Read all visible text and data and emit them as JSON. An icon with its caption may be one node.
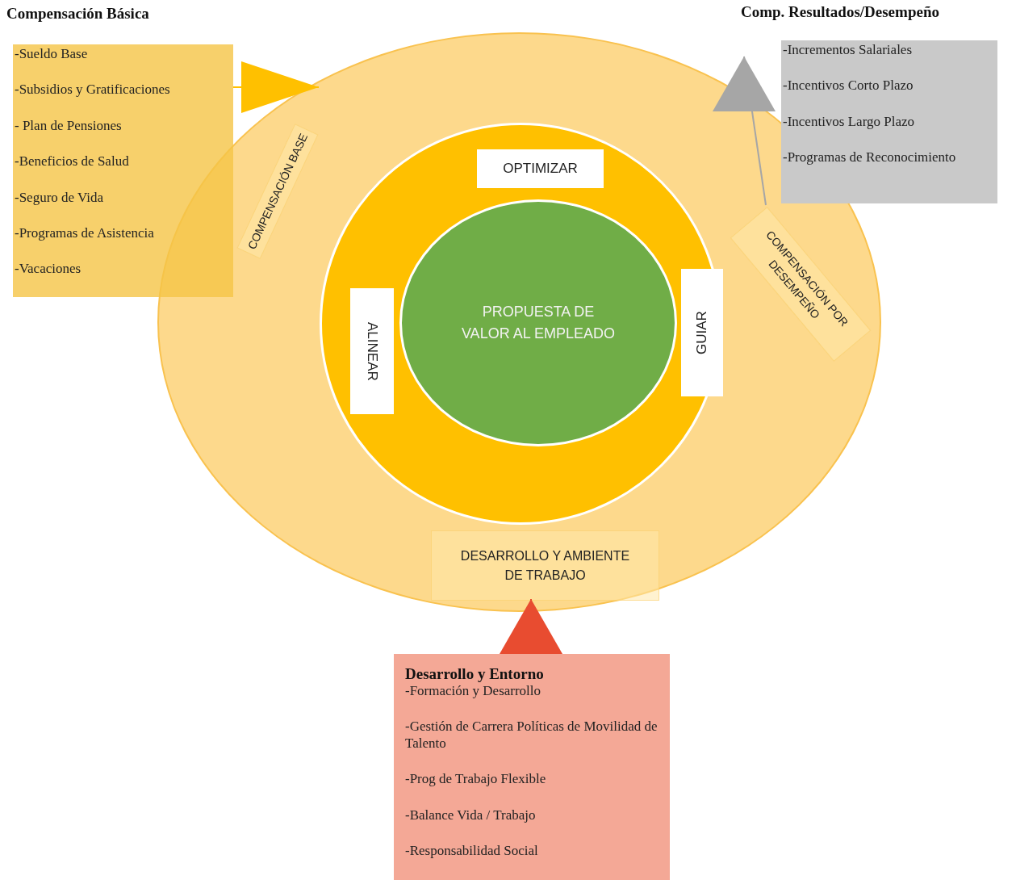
{
  "diagram": {
    "nodes": [
      {
        "text": [],
        "shape": "ellipse"
      },
      {
        "text": [
          "COMPENSACIÓN BASE"
        ],
        "in": 0
      },
      {
        "text": [
          "COMPENSACIÓN POR DESEMPEÑO"
        ],
        "in": 0
      },
      {
        "text": [
          "DESARROLLO Y AMBIENTE DE TRABAJO"
        ],
        "in": 0
      },
      {
        "text": [],
        "shape": "circle",
        "in": 0
      },
      {
        "text": [
          "OPTIMIZAR"
        ],
        "in": 4
      },
      {
        "text": [
          "ALINEAR"
        ],
        "in": 4
      },
      {
        "text": [
          "GUIAR"
        ],
        "in": 4
      },
      {
        "text": [
          "PROPUESTA DE VALOR AL EMPLEADO"
        ],
        "in": 4
      },
      {
        "text": [
          "Compensación Básica",
          "-Sueldo Base",
          "-Subsidios y Gratificaciones",
          "- Plan de Pensiones",
          "-Beneficios de Salud",
          "-Seguro de Vida",
          "-Programas de Asistencia",
          "-Vacaciones"
        ]
      },
      {
        "text": [
          "Comp. Resultados/Desempeño",
          "-Incrementos Salariales",
          "-Incentivos Corto Plazo",
          "-Incentivos Largo Plazo",
          "-Programas de Reconocimiento"
        ]
      },
      {
        "text": [
          "Desarrollo y Entorno",
          "-Formación y Desarrollo",
          "-Gestión de Carrera Políticas de Movilidad de Talento",
          "-Prog de Trabajo Flexible",
          "-Balance Vida / Trabajo",
          "-Responsabilidad Social"
        ]
      }
    ],
    "edges": [
      {
        "from": 9,
        "to": 1,
        "arrow": "to",
        "color": "#ffc000"
      },
      {
        "from": 2,
        "to": 10,
        "arrow": "to",
        "color": "#a6a6a6"
      },
      {
        "from": 11,
        "to": 3,
        "arrow": "to",
        "color": "#e84c30"
      }
    ]
  }
}
